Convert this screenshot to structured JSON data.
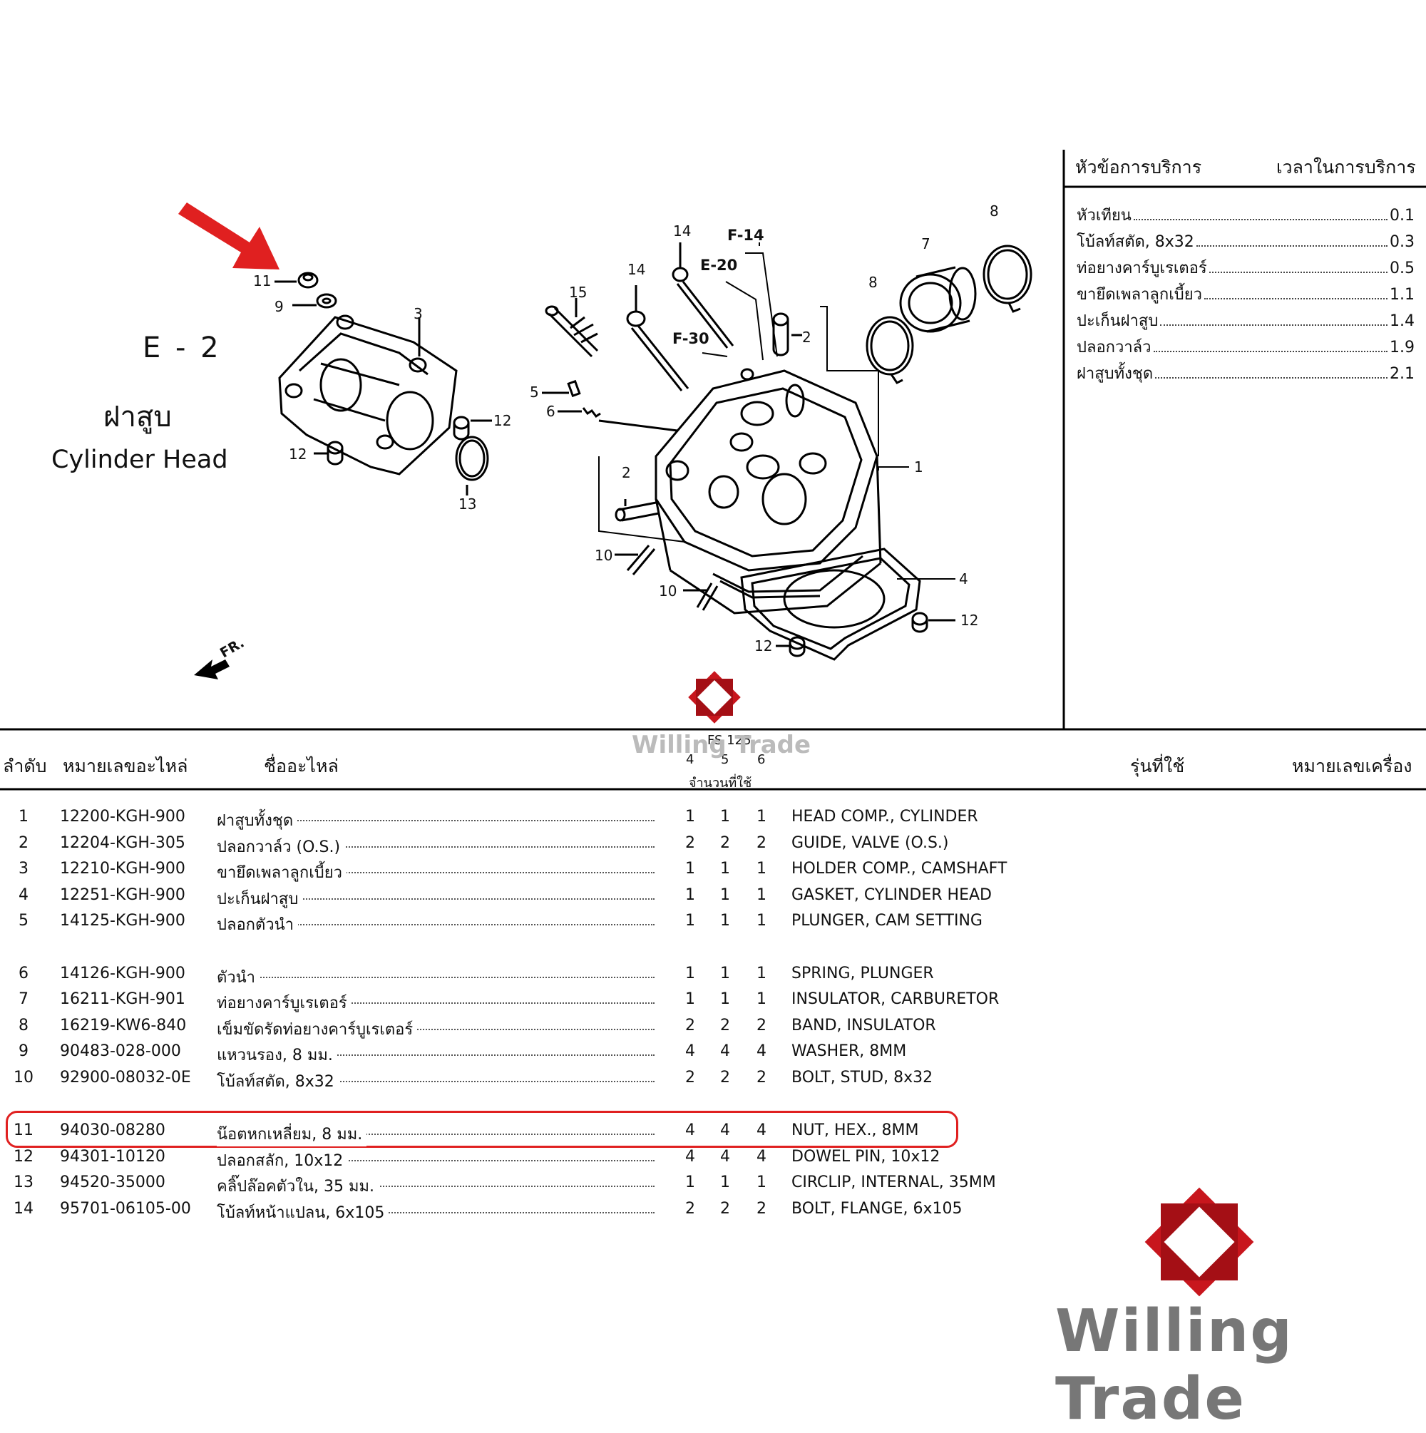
{
  "section": {
    "code": "E - 2",
    "name_thai": "ฝาสูบ",
    "name_en": "Cylinder Head"
  },
  "direction_label": "FR.",
  "callouts": {
    "ref_f14": "F-14",
    "ref_e20": "E-20",
    "ref_f30": "F-30",
    "n1": "1",
    "n2a": "2",
    "n2b": "2",
    "n3": "3",
    "n4": "4",
    "n5": "5",
    "n6": "6",
    "n7": "7",
    "n8a": "8",
    "n8b": "8",
    "n9": "9",
    "n10a": "10",
    "n10b": "10",
    "n11": "11",
    "n12a": "12",
    "n12b": "12",
    "n12c": "12",
    "n12d": "12",
    "n13": "13",
    "n14a": "14",
    "n14b": "14",
    "n15": "15"
  },
  "service": {
    "header_title": "หัวข้อการบริการ",
    "header_time": "เวลาในการบริการ",
    "items": [
      {
        "name": "หัวเทียน",
        "time": "0.1"
      },
      {
        "name": "โบ้ลท์สตัด, 8x32",
        "time": "0.3"
      },
      {
        "name": "ท่อยางคาร์บูเรเตอร์",
        "time": "0.5"
      },
      {
        "name": "ขายึดเพลาลูกเบี้ยว",
        "time": "1.1"
      },
      {
        "name": "ปะเก็นฝาสูบ",
        "time": "1.4"
      },
      {
        "name": "ปลอกวาล์ว",
        "time": "1.9"
      },
      {
        "name": "ฝาสูบทั้งชุด",
        "time": "2.1"
      }
    ]
  },
  "table": {
    "headers": {
      "no": "ลำดับ",
      "part": "หมายเลขอะไหล่",
      "name": "ชื่ออะไหล่",
      "model": "FS 125",
      "qty_cols": [
        "4",
        "5",
        "6"
      ],
      "qty": "จำนวนที่ใช้",
      "usage": "รุ่นที่ใช้",
      "engine": "หมายเลขเครื่อง"
    },
    "rows": [
      {
        "no": "1",
        "part": "12200-KGH-900",
        "thai": "ฝาสูบทั้งชุด",
        "q": [
          "1",
          "1",
          "1"
        ],
        "en": "HEAD COMP., CYLINDER"
      },
      {
        "no": "2",
        "part": "12204-KGH-305",
        "thai": "ปลอกวาล์ว (O.S.)",
        "q": [
          "2",
          "2",
          "2"
        ],
        "en": "GUIDE, VALVE (O.S.)"
      },
      {
        "no": "3",
        "part": "12210-KGH-900",
        "thai": "ขายึดเพลาลูกเบี้ยว",
        "q": [
          "1",
          "1",
          "1"
        ],
        "en": "HOLDER COMP., CAMSHAFT"
      },
      {
        "no": "4",
        "part": "12251-KGH-900",
        "thai": "ปะเก็นฝาสูบ",
        "q": [
          "1",
          "1",
          "1"
        ],
        "en": "GASKET, CYLINDER HEAD"
      },
      {
        "no": "5",
        "part": "14125-KGH-900",
        "thai": "ปลอกตัวนำ",
        "q": [
          "1",
          "1",
          "1"
        ],
        "en": "PLUNGER, CAM SETTING"
      },
      {
        "no": "6",
        "part": "14126-KGH-900",
        "thai": "ตัวนำ",
        "q": [
          "1",
          "1",
          "1"
        ],
        "en": "SPRING, PLUNGER"
      },
      {
        "no": "7",
        "part": "16211-KGH-901",
        "thai": "ท่อยางคาร์บูเรเตอร์",
        "q": [
          "1",
          "1",
          "1"
        ],
        "en": "INSULATOR, CARBURETOR"
      },
      {
        "no": "8",
        "part": "16219-KW6-840",
        "thai": "เข็มขัดรัดท่อยางคาร์บูเรเตอร์",
        "q": [
          "2",
          "2",
          "2"
        ],
        "en": "BAND, INSULATOR"
      },
      {
        "no": "9",
        "part": "90483-028-000",
        "thai": "แหวนรอง, 8 มม.",
        "q": [
          "4",
          "4",
          "4"
        ],
        "en": "WASHER, 8MM"
      },
      {
        "no": "10",
        "part": "92900-08032-0E",
        "thai": "โบ้ลท์สตัด, 8x32",
        "q": [
          "2",
          "2",
          "2"
        ],
        "en": "BOLT, STUD, 8x32"
      },
      {
        "no": "11",
        "part": "94030-08280",
        "thai": "น๊อตหกเหลี่ยม, 8 มม.",
        "q": [
          "4",
          "4",
          "4"
        ],
        "en": "NUT, HEX., 8MM"
      },
      {
        "no": "12",
        "part": "94301-10120",
        "thai": "ปลอกสลัก, 10x12",
        "q": [
          "4",
          "4",
          "4"
        ],
        "en": "DOWEL PIN, 10x12"
      },
      {
        "no": "13",
        "part": "94520-35000",
        "thai": "คลิ๊ปล๊อคตัวใน, 35 มม.",
        "q": [
          "1",
          "1",
          "1"
        ],
        "en": "CIRCLIP, INTERNAL, 35MM"
      },
      {
        "no": "14",
        "part": "95701-06105-00",
        "thai": "โบ้ลท์หน้าแปลน, 6x105",
        "q": [
          "2",
          "2",
          "2"
        ],
        "en": "BOLT, FLANGE, 6x105"
      }
    ]
  },
  "watermark": {
    "brand": "Willing Trade",
    "brand_color": "#c8161d"
  }
}
